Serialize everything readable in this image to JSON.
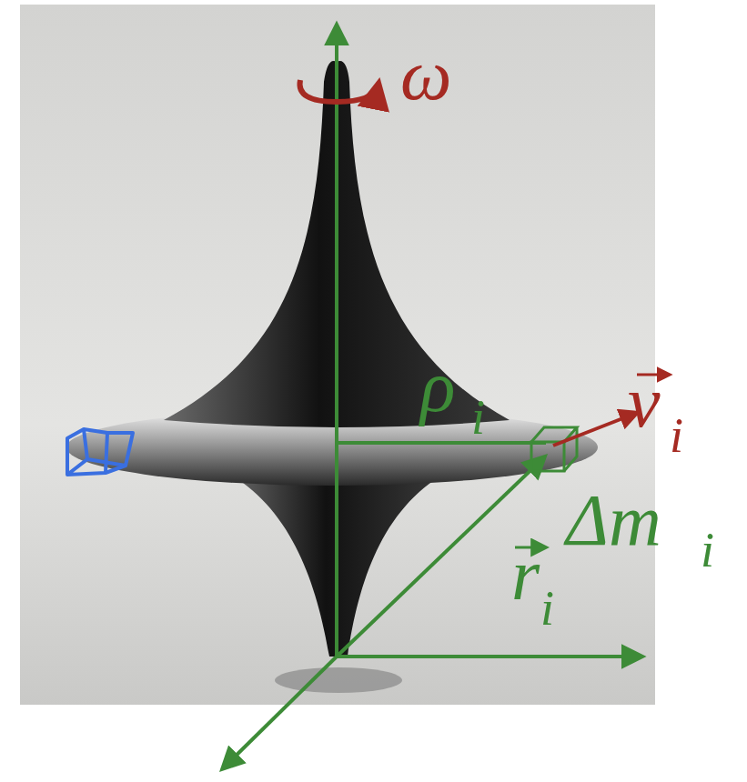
{
  "diagram": {
    "labels": [
      "ω",
      "ρ",
      "i",
      "v",
      "i",
      "Δm",
      "i",
      "r",
      "i"
    ]
  }
}
